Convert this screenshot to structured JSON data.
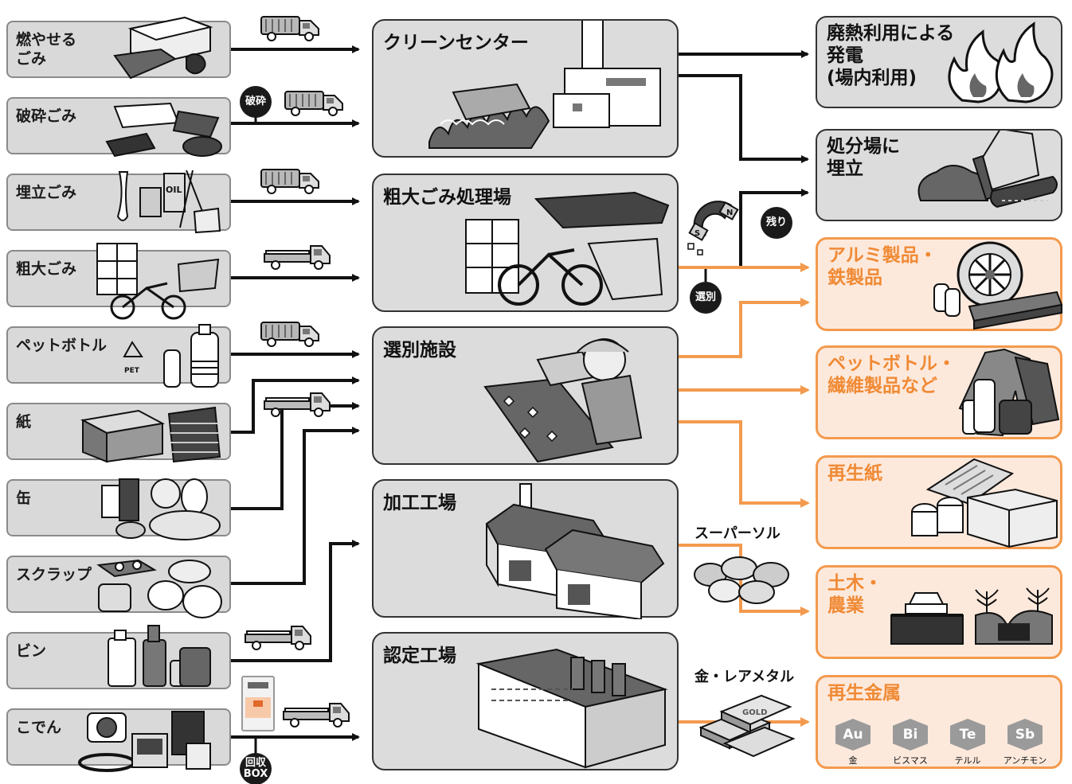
{
  "sources": [
    {
      "id": "burnable",
      "label": "燃やせる\nごみ"
    },
    {
      "id": "crushed",
      "label": "破砕ごみ"
    },
    {
      "id": "landfill",
      "label": "埋立ごみ"
    },
    {
      "id": "oversized",
      "label": "粗大ごみ"
    },
    {
      "id": "pet",
      "label": "ペットボトル",
      "mark": "PET"
    },
    {
      "id": "paper",
      "label": "紙"
    },
    {
      "id": "cans",
      "label": "缶"
    },
    {
      "id": "scrap",
      "label": "スクラップ"
    },
    {
      "id": "bottles",
      "label": "ビン"
    },
    {
      "id": "batteries",
      "label": "こでん"
    }
  ],
  "facilities": [
    {
      "id": "clean-center",
      "label": "クリーンセンター"
    },
    {
      "id": "bulky-plant",
      "label": "粗大ごみ処理場"
    },
    {
      "id": "sorting",
      "label": "選別施設"
    },
    {
      "id": "processing",
      "label": "加工工場"
    },
    {
      "id": "certified",
      "label": "認定工場"
    }
  ],
  "destinations": [
    {
      "id": "power",
      "label": "廃熱利用による\n発電\n(場内利用)",
      "style": "gray"
    },
    {
      "id": "disposal",
      "label": "処分場に\n埋立",
      "style": "gray"
    },
    {
      "id": "metal-products",
      "label": "アルミ製品・\n鉄製品",
      "style": "orange"
    },
    {
      "id": "fiber-products",
      "label": "ペットボトル・\n繊維製品など",
      "style": "orange"
    },
    {
      "id": "recycled-paper",
      "label": "再生紙",
      "style": "orange"
    },
    {
      "id": "civil",
      "label": "土木・\n農業",
      "style": "orange"
    },
    {
      "id": "recycled-metal",
      "label": "再生金属",
      "style": "orange"
    }
  ],
  "badges": {
    "crush": "破砕",
    "remainder": "残り",
    "sort": "選別",
    "collect_box": "回収\nBOX"
  },
  "labels": {
    "supersol": "スーパーソル",
    "rare_metal": "金・レアメタル",
    "gold_bar": "GOLD",
    "magnet_s": "S",
    "magnet_n": "N",
    "oil_can": "OIL"
  },
  "elements": [
    {
      "symbol": "Au",
      "name": "金"
    },
    {
      "symbol": "Bi",
      "name": "ビスマス"
    },
    {
      "symbol": "Te",
      "name": "テルル"
    },
    {
      "symbol": "Sb",
      "name": "アンチモン"
    }
  ],
  "colors": {
    "flow_black": "#111111",
    "flow_orange": "#f39a4e",
    "box_gray": "#d9d9d9",
    "dest_orange_text": "#f08a35",
    "dest_orange_fill": "#fde9dc"
  },
  "icons": [
    "garbage-truck-icon",
    "flatbed-truck-icon",
    "magnet-icon",
    "recycle-icon",
    "fire-icon",
    "factory-icon",
    "bulldozer-icon"
  ]
}
